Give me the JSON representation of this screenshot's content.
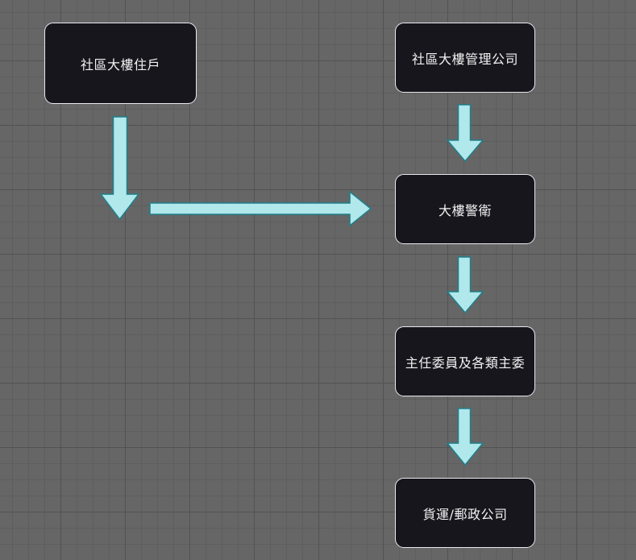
{
  "diagram": {
    "nodes": [
      {
        "id": "n1",
        "label": "社區大樓住戶"
      },
      {
        "id": "n2",
        "label": "社區大樓管理公司"
      },
      {
        "id": "n3",
        "label": "大樓警衛"
      },
      {
        "id": "n4",
        "label": "主任委員及各類主委"
      },
      {
        "id": "n5",
        "label": "貨運/郵政公司"
      }
    ],
    "colors": {
      "node_fill": "#18161d",
      "node_border": "#e9e9ee",
      "arrow_fill": "#b0e8ec",
      "arrow_stroke": "#1f7f89",
      "background": "#666666"
    }
  }
}
